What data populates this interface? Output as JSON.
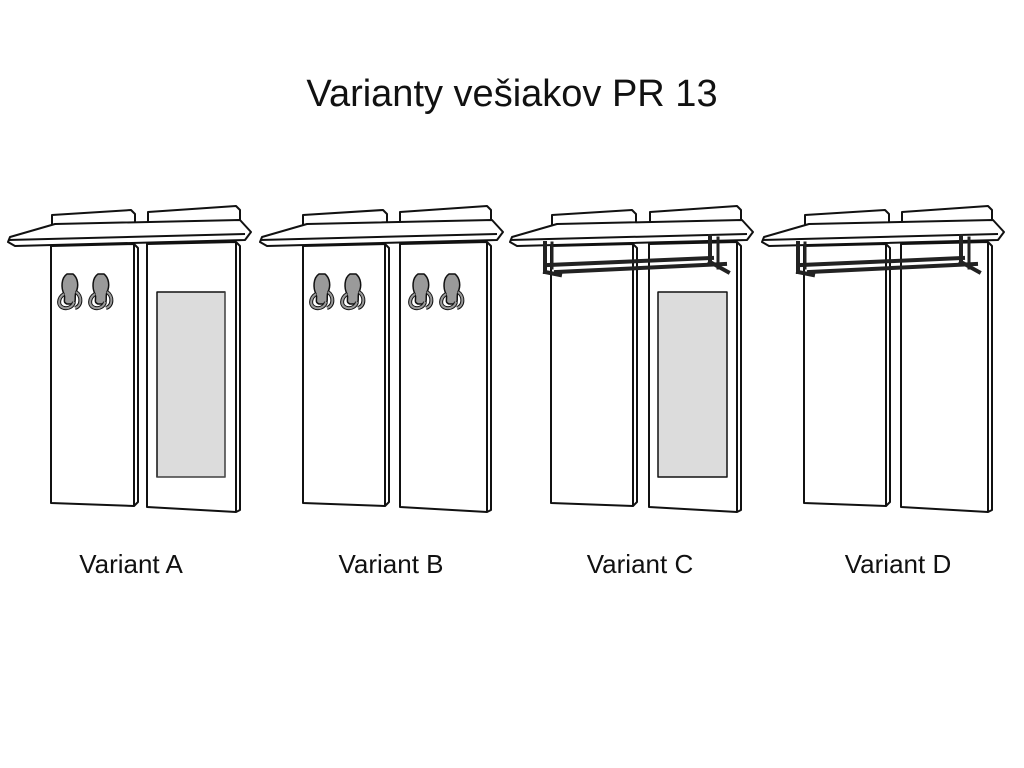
{
  "title": "Varianty vešiakov PR 13",
  "variants": [
    {
      "label": "Variant A",
      "left_panel": "hooks",
      "right_panel": "mirror",
      "rail": false
    },
    {
      "label": "Variant B",
      "left_panel": "hooks",
      "right_panel": "hooks",
      "rail": false
    },
    {
      "label": "Variant C",
      "left_panel": "plain",
      "right_panel": "mirror",
      "rail": true
    },
    {
      "label": "Variant D",
      "left_panel": "plain",
      "right_panel": "plain",
      "rail": true
    }
  ],
  "colors": {
    "outline": "#111111",
    "panel_fill": "#ffffff",
    "mirror_fill": "#dcdcdc",
    "hook_fill": "#9a9a9a",
    "rail": "#222222"
  }
}
